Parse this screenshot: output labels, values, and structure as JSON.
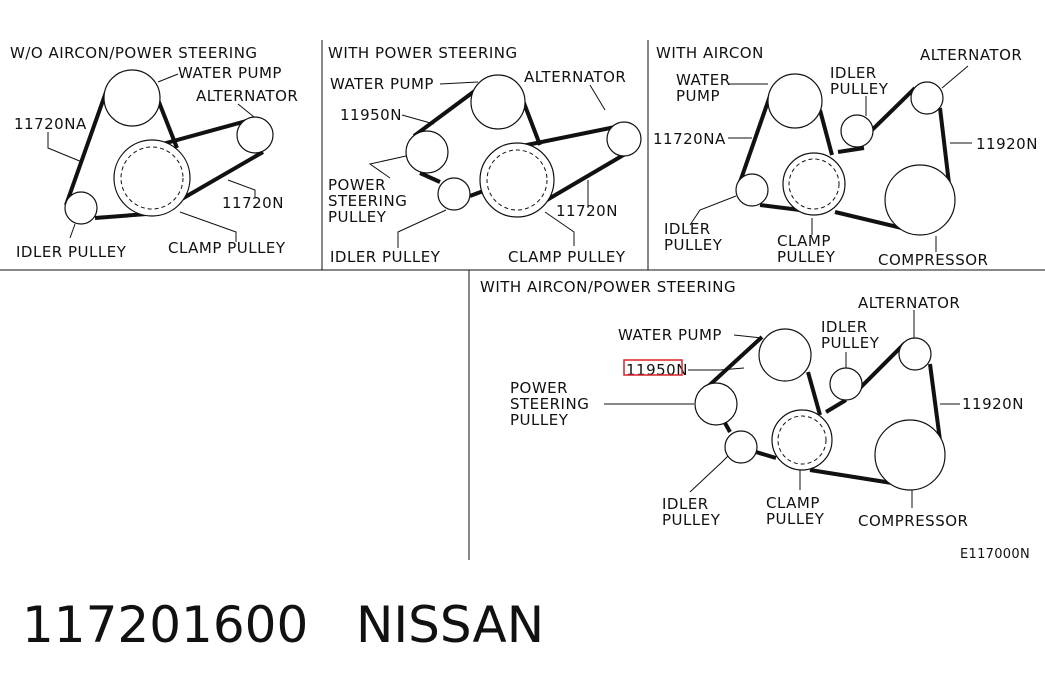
{
  "panels": {
    "p1": {
      "title": "W/O AIRCON/POWER STEERING",
      "water_pump": "WATER PUMP",
      "alternator": "ALTERNATOR",
      "belt_a": "11720NA",
      "belt_b": "11720N",
      "idler_pulley": "IDLER PULLEY",
      "clamp_pulley": "CLAMP PULLEY"
    },
    "p2": {
      "title": "WITH POWER STEERING",
      "water_pump": "WATER PUMP",
      "alternator": "ALTERNATOR",
      "belt_a": "11950N",
      "belt_b": "11720N",
      "ps_pulley_1": "POWER",
      "ps_pulley_2": "STEERING",
      "ps_pulley_3": "PULLEY",
      "idler_pulley": "IDLER PULLEY",
      "clamp_pulley": "CLAMP PULLEY"
    },
    "p3": {
      "title": "WITH AIRCON",
      "water_1": "WATER",
      "water_2": "PUMP",
      "idler_1": "IDLER",
      "idler_2": "PULLEY",
      "alternator": "ALTERNATOR",
      "belt_a": "11720NA",
      "belt_b": "11920N",
      "idler_b_1": "IDLER",
      "idler_b_2": "PULLEY",
      "clamp_1": "CLAMP",
      "clamp_2": "PULLEY",
      "compressor": "COMPRESSOR"
    },
    "p4": {
      "title": "WITH AIRCON/POWER STEERING",
      "water_pump": "WATER PUMP",
      "idler_1": "IDLER",
      "idler_2": "PULLEY",
      "alternator": "ALTERNATOR",
      "belt_a": "11950N",
      "belt_b": "11920N",
      "ps_1": "POWER",
      "ps_2": "STEERING",
      "ps_3": "PULLEY",
      "idler_b_1": "IDLER",
      "idler_b_2": "PULLEY",
      "clamp_1": "CLAMP",
      "clamp_2": "PULLEY",
      "compressor": "COMPRESSOR"
    }
  },
  "figure_code": "E117000N",
  "footer": {
    "part_number": "117201600",
    "brand": "NISSAN"
  },
  "highlight_color": "#d8232a"
}
